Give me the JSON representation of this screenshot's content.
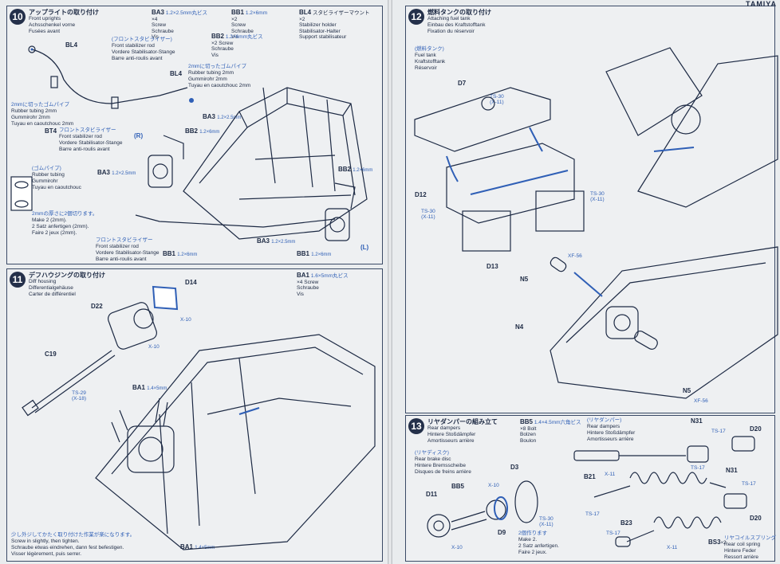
{
  "brand": "TAMIYA",
  "step10": {
    "number": "10",
    "title_jp": "アップライトの取り付け",
    "title": [
      "Front uprights",
      "Achsschenkel vorne",
      "Fusées avant"
    ],
    "parts": [
      {
        "code": "BA3",
        "size": "1.2×2.5mm丸ビス",
        "qty": "×4",
        "desc": [
          "Screw",
          "Schraube",
          "Vis"
        ]
      },
      {
        "code": "BB1",
        "size": "1.2×6mm",
        "qty": "×2",
        "desc": [
          "Screw",
          "Schraube",
          "Vis"
        ]
      },
      {
        "code": "BL4",
        "size": "スタビライザーマウント",
        "qty": "×2",
        "desc": [
          "Stabilizer holder",
          "Stabilisator-Halter",
          "Support stabilisateur"
        ]
      },
      {
        "code": "BB2",
        "size": "1.2×6mm丸ビス",
        "qty": "×2",
        "desc": [
          "Screw",
          "Schraube",
          "Vis"
        ]
      }
    ],
    "stabilizer_jp": "(フロントスタビライザー)",
    "stabilizer": [
      "Front stabilizer rod",
      "Vordere Stabilisator-Stange",
      "Barre anti-roulis avant"
    ],
    "tube_jp": "2mmに切ったゴムパイプ",
    "tube": [
      "Rubber tubing 2mm",
      "Gummirohr 2mm",
      "Tuyau en caoutchouc 2mm"
    ],
    "tube2_jp": "2mmに切ったゴムパイプ",
    "tube2": [
      "Rubber tubing 2mm",
      "Gummirohr 2mm",
      "Tuyau en caoutchouc 2mm"
    ],
    "bt4_jp": "フロントスタビライザー",
    "bt4": [
      "Front stabilizer rod",
      "Vordere Stabilisator-Stange",
      "Barre anti-roulis avant"
    ],
    "gomu_jp": "(ゴムパイプ)",
    "gomu": [
      "Rubber tubing",
      "Gummirohr",
      "Tuyau en caoutchouc"
    ],
    "cut_jp": "2mmの厚さに2個切ります。",
    "cut": [
      "Make 2 (2mm).",
      "2 Satz anfertigen (2mm).",
      "Faire 2 jeux (2mm)."
    ],
    "front_jp": "フロントスタビライザー",
    "front": [
      "Front stabilizer rod",
      "Vordere Stabilisator-Stange",
      "Barre anti-roulis avant"
    ],
    "labels": {
      "bl4a": "BL4",
      "bl4b": "BL4",
      "bt4": "BT4",
      "ba3a": "BA3",
      "ba3b": "BA3",
      "ba3c": "BA3",
      "bb2a": "BB2",
      "bb2b": "BB2",
      "bb1a": "BB1",
      "bb1b": "BB1",
      "r": "(R)",
      "l": "(L)"
    },
    "sizes": {
      "ba3": "1.2×2.5mm",
      "bb2": "1.2×6mm",
      "bb1": "1.2×6mm"
    }
  },
  "step11": {
    "number": "11",
    "title_jp": "デフハウジングの取り付け",
    "title": [
      "Diff housing",
      "Differentialgehäuse",
      "Carter de différentiel"
    ],
    "parts": [
      {
        "code": "BA1",
        "size": "1.6×5mm丸ビス",
        "qty": "×4",
        "desc": [
          "Screw",
          "Schraube",
          "Vis"
        ]
      }
    ],
    "labels": {
      "d14": "D14",
      "d22": "D22",
      "c19": "C19",
      "ba1a": "BA1",
      "ba1b": "BA1",
      "x10a": "X-10",
      "x10b": "X-10"
    },
    "ts": "TS-29\n(X-18)",
    "size": "1.4×5mm",
    "note_jp": "少し外ジしてかたく取り付けた作業が楽になります。",
    "note": [
      "Screw in slightly, then tighten.",
      "Schraube etwas eindrehen, dann fest befestigen.",
      "Visser légèrement, puis serrer."
    ]
  },
  "step12": {
    "number": "12",
    "title_jp": "燃料タンクの取り付け",
    "title": [
      "Attaching fuel tank",
      "Einbau des Kraftstofftank",
      "Fixation du réservoir"
    ],
    "sub_jp": "(燃料タンク)",
    "sub": [
      "Fuel tank",
      "Kraftstofftank",
      "Réservoir"
    ],
    "labels": {
      "d7": "D7",
      "d12": "D12",
      "d13": "D13",
      "n5a": "N5",
      "n5b": "N5",
      "n4": "N4",
      "xf56a": "XF-56",
      "xf56b": "XF-56"
    },
    "ts_a": "TS-30\n(X-11)",
    "ts_b": "TS-30\n(X-11)",
    "ts_c": "TS-30\n(X-11)"
  },
  "step13": {
    "number": "13",
    "title_jp": "リヤダンパーの組み立て",
    "title": [
      "Rear dampers",
      "Hintere Stoßdämpfer",
      "Amortisseurs arrière"
    ],
    "parts": [
      {
        "code": "BB5",
        "size": "1.4×4.5mm六角ビス",
        "qty": "×8",
        "desc": [
          "Bolt",
          "Bolzen",
          "Boulon"
        ]
      }
    ],
    "damper_jp": "(リヤダンパー)",
    "damper": [
      "Rear dampers",
      "Hintere Stoßdämpfer",
      "Amortisseurs arrière"
    ],
    "disc_jp": "(リヤディスク)",
    "disc": [
      "Rear brake disc",
      "Hintere Bremsscheibe",
      "Disques de freins arrière"
    ],
    "spring_jp": "リヤコイルスプリング",
    "spring": [
      "Rear coil spring",
      "Hintere Feder",
      "Ressort arrière"
    ],
    "make_jp": "2個作ります",
    "make": [
      "Make 2.",
      "2 Satz anfertigen.",
      "Faire 2 jeux."
    ],
    "labels": {
      "d11": "D11",
      "bb5": "BB5",
      "d3": "D3",
      "d9": "D9",
      "b21": "B21",
      "b23": "B23",
      "n31a": "N31",
      "n31b": "N31",
      "d20a": "D20",
      "d20b": "D20",
      "bs3": "BS3"
    },
    "ts": "TS-30\n(X-11)",
    "x10": "X-10",
    "x11": "X-11",
    "ts17": "TS-17",
    "bs3qty": "×2"
  }
}
